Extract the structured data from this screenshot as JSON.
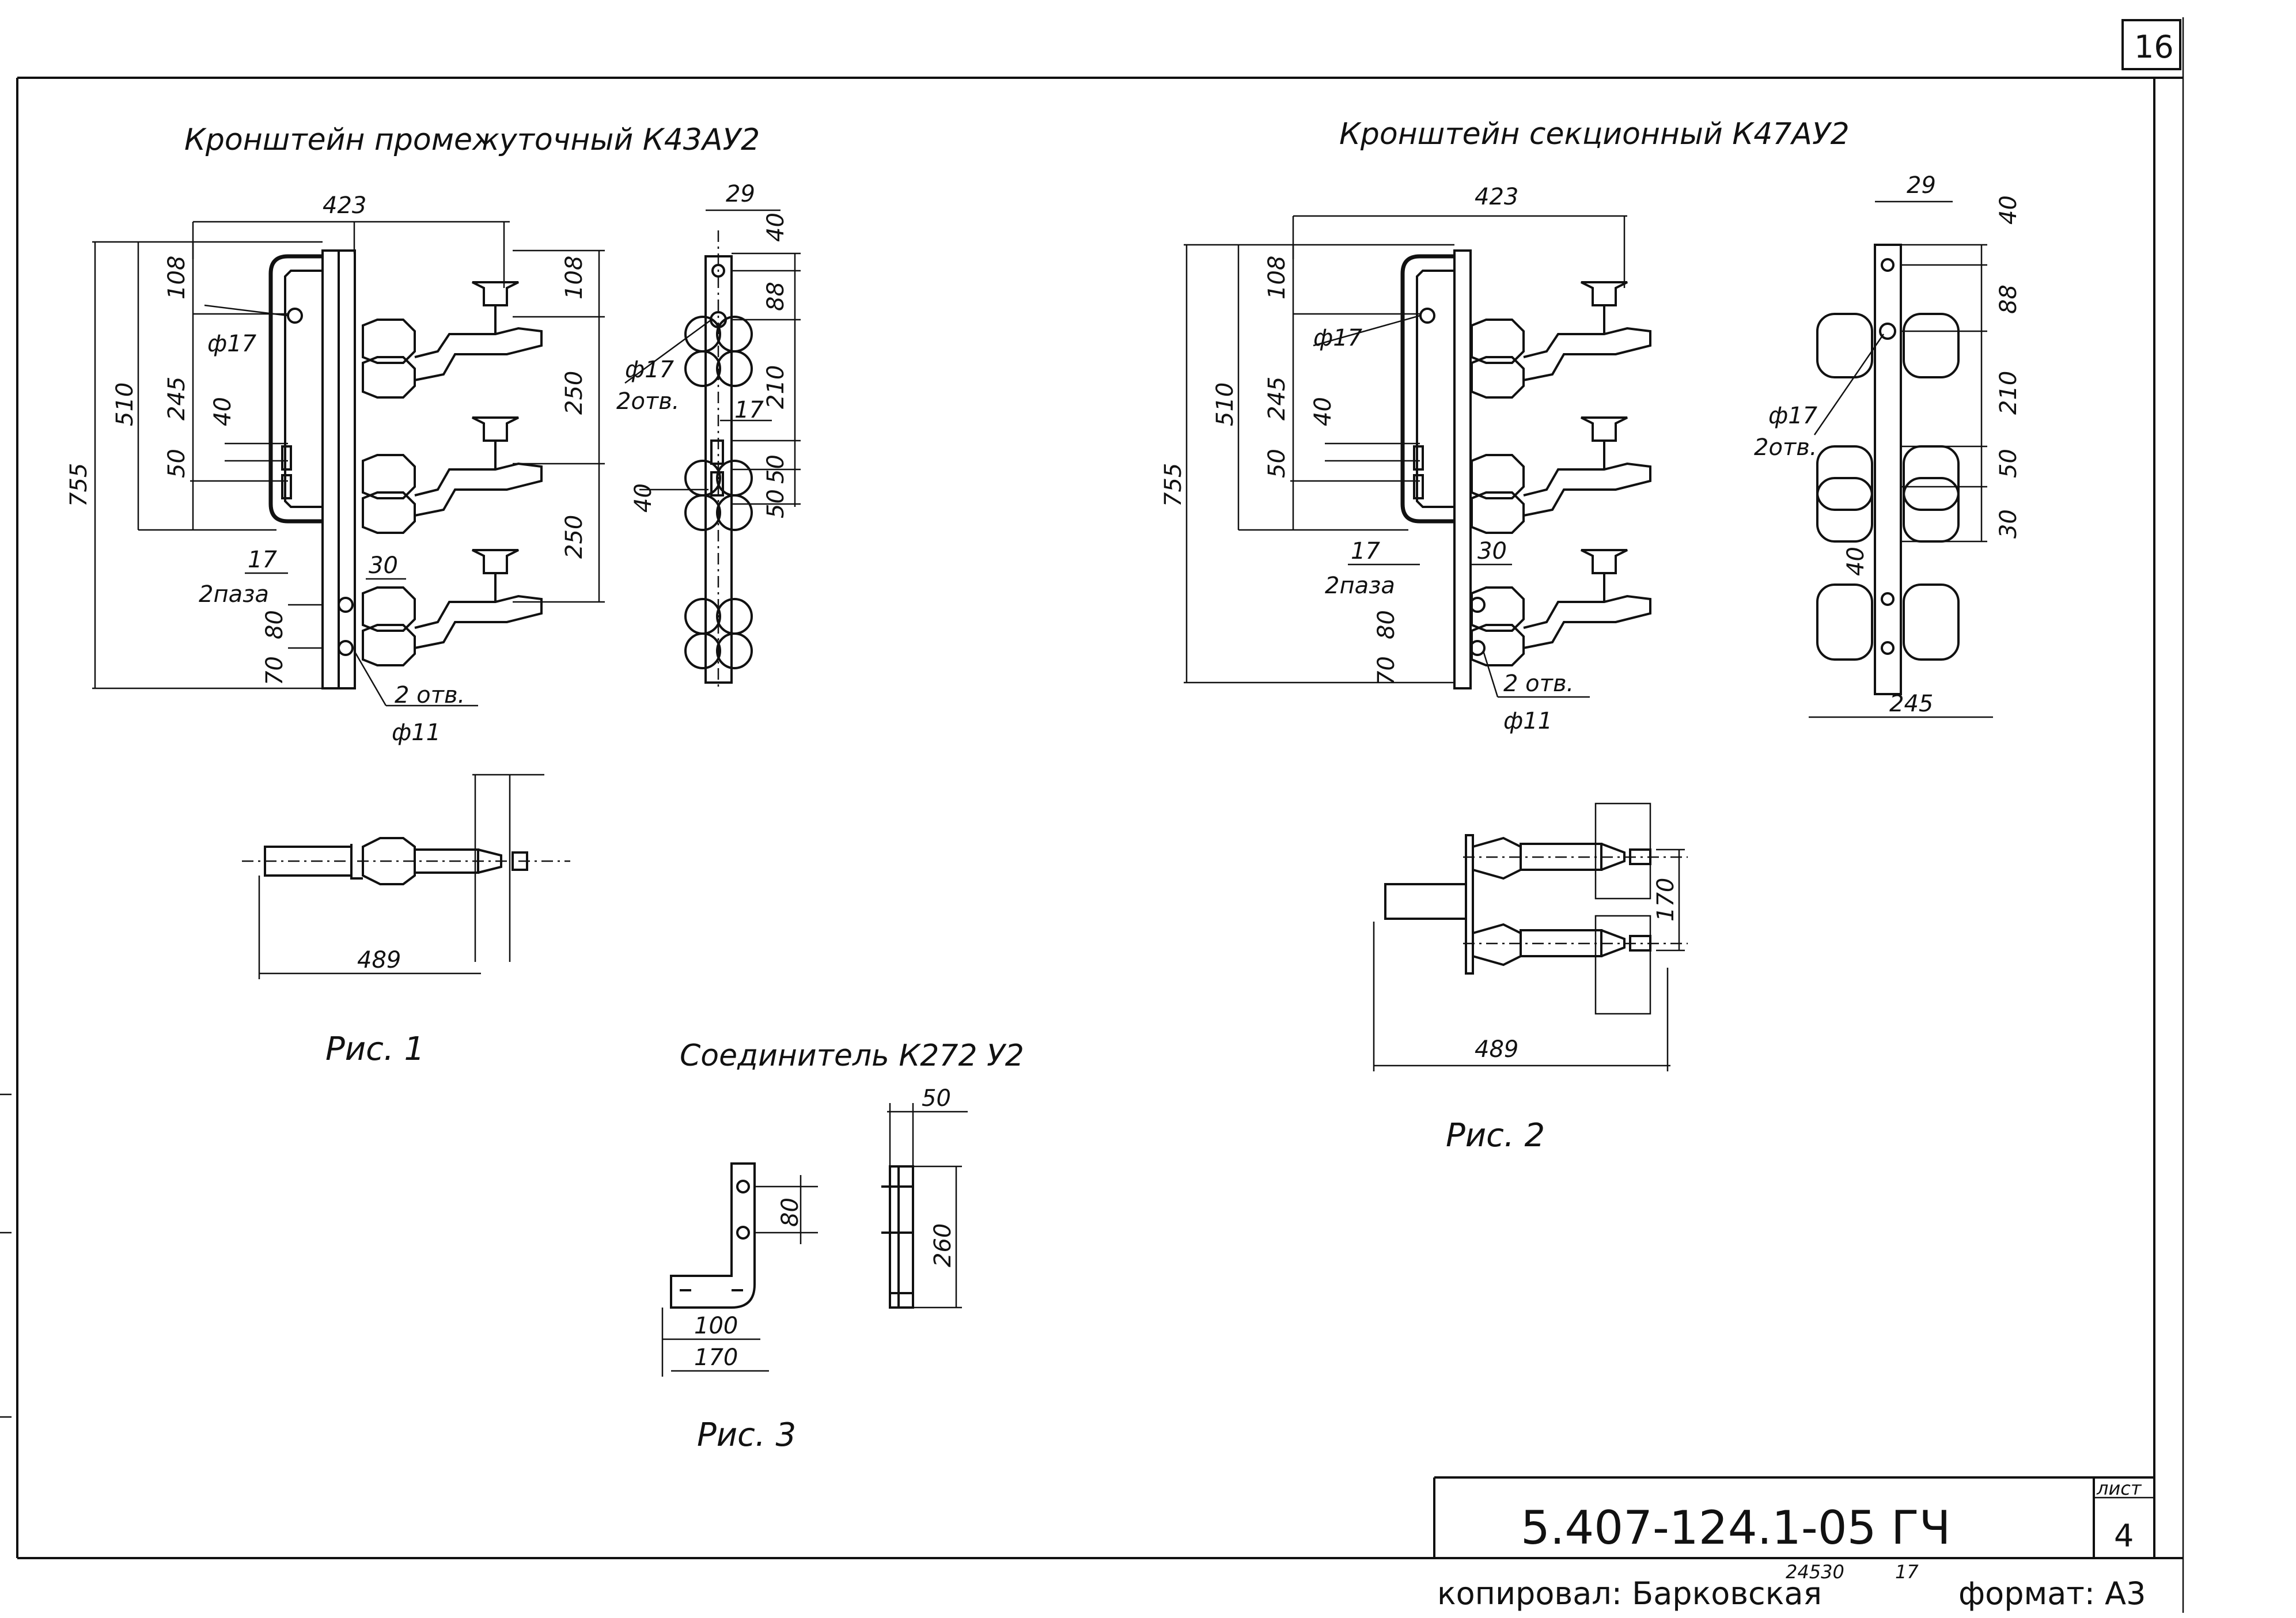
{
  "sheet_corner_number": "16",
  "fig1": {
    "title": "Кронштейн промежуточный К43АУ2",
    "caption": "Рис. 1",
    "dims": {
      "top_width": "423",
      "d108": "108",
      "d245": "245",
      "d510": "510",
      "d755": "755",
      "d40": "40",
      "d50": "50",
      "d17": "17",
      "slots": "2паза",
      "d30": "30",
      "d80": "80",
      "d70": "70",
      "holes": "2 отв.",
      "phi11": "ф11",
      "phi17": "ф17",
      "r108": "108",
      "r250a": "250",
      "r250b": "250",
      "plan_width": "489"
    },
    "side": {
      "d29": "29",
      "d40": "40",
      "d88": "88",
      "d210": "210",
      "d17": "17",
      "d50a": "50",
      "d50b": "50",
      "d40v": "40",
      "phi17": "ф17",
      "holes": "2отв."
    }
  },
  "fig2": {
    "title": "Кронштейн секционный К47АУ2",
    "caption": "Рис. 2",
    "dims": {
      "top_width": "423",
      "d108": "108",
      "d245": "245",
      "d510": "510",
      "d755": "755",
      "d40": "40",
      "d50": "50",
      "d17": "17",
      "slots": "2паза",
      "d30": "30",
      "d80": "80",
      "d70": "70",
      "holes": "2 отв.",
      "phi11": "ф11",
      "phi17": "ф17",
      "plan_width": "489",
      "plan_gap": "170"
    },
    "side": {
      "d29": "29",
      "d40": "40",
      "d88": "88",
      "d210": "210",
      "d50": "50",
      "d30": "30",
      "d40v": "40",
      "phi17": "ф17",
      "holes": "2отв.",
      "bottom": "245"
    }
  },
  "fig3": {
    "title": "Соединитель К272 У2",
    "caption": "Рис. 3",
    "dims": {
      "d80": "80",
      "d100": "100",
      "d170": "170",
      "d50": "50",
      "d260": "260"
    }
  },
  "stamp": {
    "code": "5.407-124.1-05 ГЧ",
    "sheet_label": "лист",
    "sheet_number": "4",
    "copied_by": "копировал: Барковская",
    "inv_a": "24530",
    "inv_b": "17",
    "format": "формат: А3"
  }
}
